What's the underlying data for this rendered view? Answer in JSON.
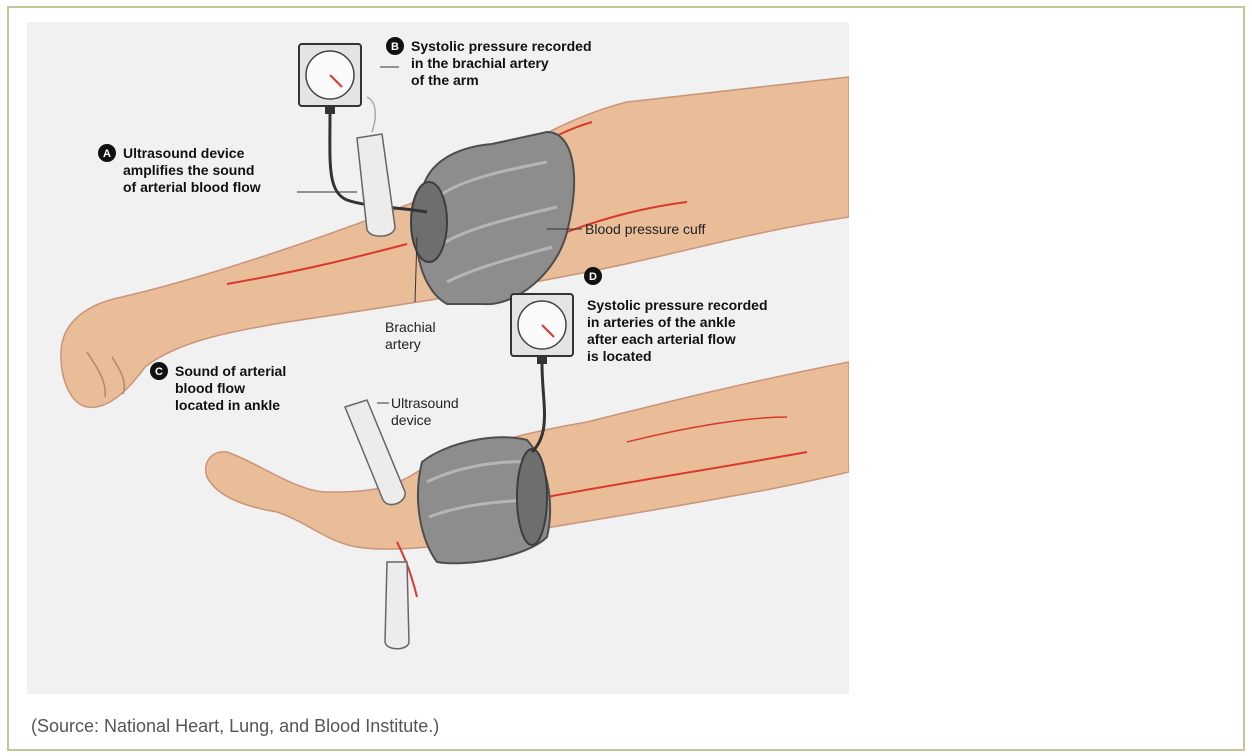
{
  "labels": {
    "a_letter": "A",
    "a_line1": "Ultrasound device",
    "a_line2": "amplifies the sound",
    "a_line3": "of arterial blood flow",
    "b_letter": "B",
    "b_line1": "Systolic pressure recorded",
    "b_line2": "in the brachial artery",
    "b_line3": "of the arm",
    "c_letter": "C",
    "c_line1": "Sound of arterial",
    "c_line2": "blood flow",
    "c_line3": "located in ankle",
    "d_letter": "D",
    "d_line1": "Systolic pressure recorded",
    "d_line2": "in arteries of the ankle",
    "d_line3": "after each arterial flow",
    "d_line4": "is located",
    "cuff": "Blood pressure cuff",
    "brachial_line1": "Brachial",
    "brachial_line2": "artery",
    "ultra_line1": "Ultrasound",
    "ultra_line2": "device"
  },
  "caption": "(Source: National Heart, Lung, and Blood Institute.)",
  "colors": {
    "skin": "#e9bd98",
    "artery": "#d9392e",
    "cuff": "#8d8d8d",
    "frame": "#c9c39a",
    "caption": "#555555"
  }
}
